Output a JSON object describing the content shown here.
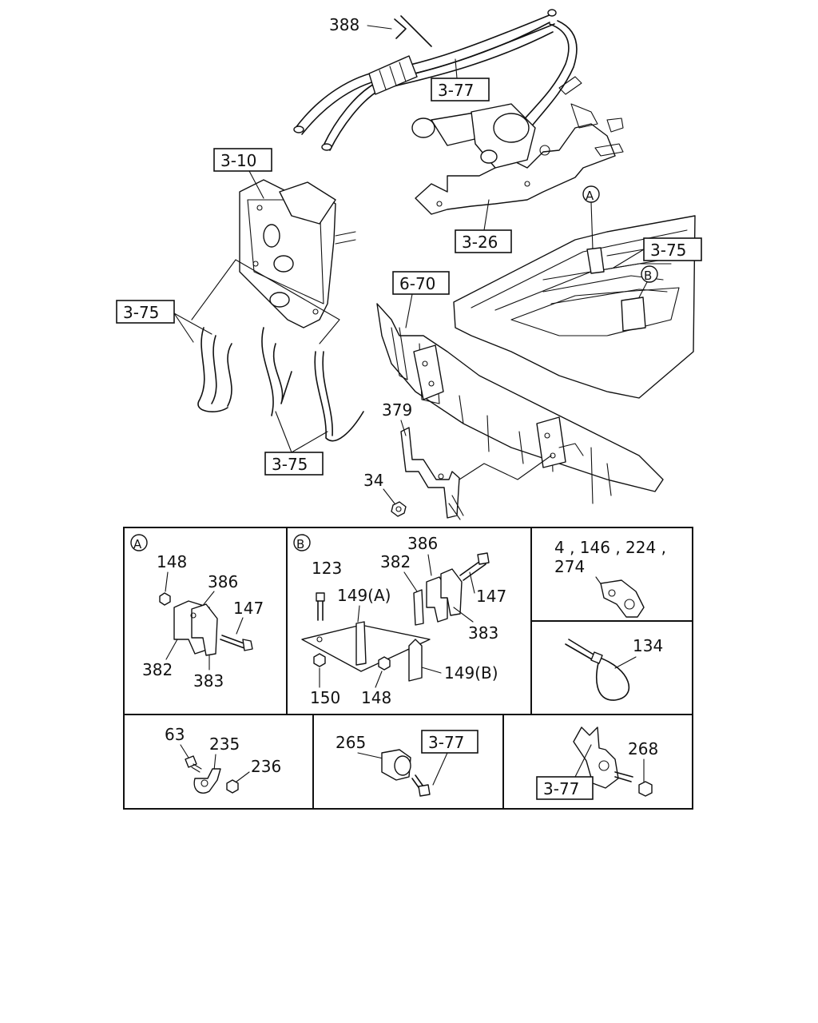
{
  "callouts": {
    "l388": "388",
    "l377_top": "3-77",
    "l310": "3-10",
    "l326": "3-26",
    "l375_right": "3-75",
    "l375_left": "3-75",
    "l375_bottom": "3-75",
    "l670": "6-70",
    "l379": "379",
    "l34": "34",
    "circle_a": "A",
    "circle_b": "B"
  },
  "panel_a": {
    "marker": "A",
    "l148": "148",
    "l386": "386",
    "l147": "147",
    "l382": "382",
    "l383": "383"
  },
  "panel_b": {
    "marker": "B",
    "l386": "386",
    "l382": "382",
    "l123": "123",
    "l149a": "149(A)",
    "l147": "147",
    "l383": "383",
    "l149b": "149(B)",
    "l150": "150",
    "l148": "148"
  },
  "panel_clip": {
    "line1": "4 , 146 , 224 ,",
    "line2": "274"
  },
  "panel_tie": {
    "l134": "134"
  },
  "panel_63": {
    "l63": "63",
    "l235": "235",
    "l236": "236"
  },
  "panel_265": {
    "l265": "265",
    "l377": "3-77"
  },
  "panel_268": {
    "l377": "3-77",
    "l268": "268"
  }
}
